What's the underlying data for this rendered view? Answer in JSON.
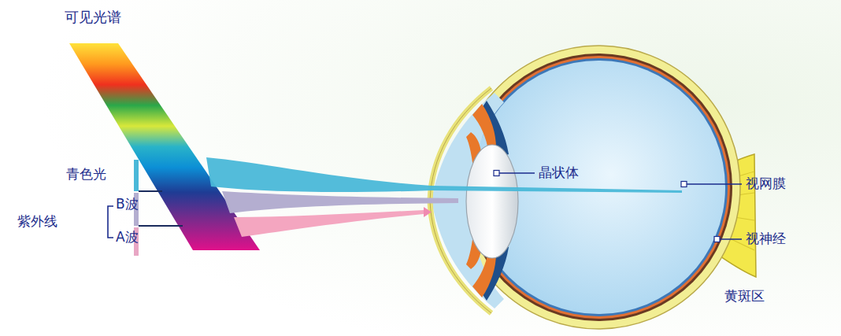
{
  "diagram": {
    "labels": [
      "可见光谱",
      "青色光",
      "紫外线",
      "B波",
      "A波",
      "晶状体",
      "视网膜",
      "视神经",
      "黄斑区"
    ]
  }
}
